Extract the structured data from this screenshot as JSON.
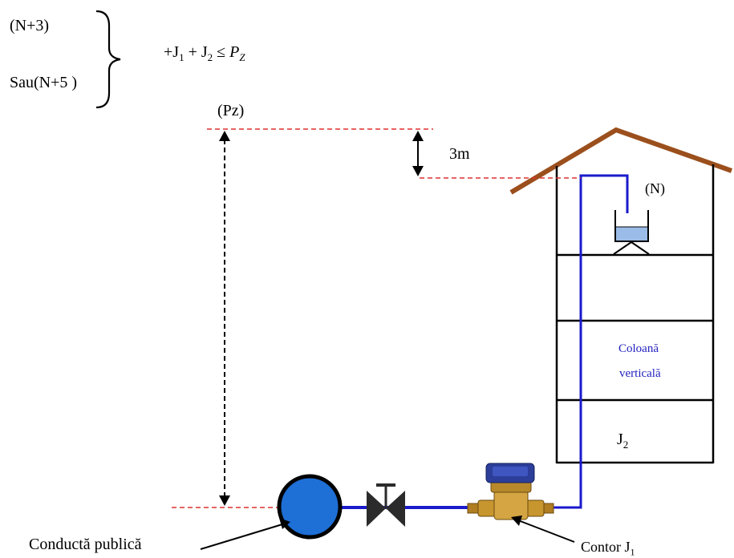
{
  "formula": {
    "option1": "(N+3)",
    "option2": "Sau(N+5 )",
    "rhs_text": "+J",
    "j1_sub": "1",
    "plus": " + J",
    "j2_sub": "2",
    "leq": " ≤ ",
    "pz": "P",
    "pz_sub": "Z"
  },
  "labels": {
    "pz_label": "(Pz)",
    "height_label": "3m",
    "n_label": "(N)",
    "column_line1": "Coloană",
    "column_line2": "verticală",
    "j2_label": "J",
    "j2_sub": "2",
    "public_pipe": "Conductă publică",
    "meter_label": "Contor J",
    "meter_sub": "1"
  },
  "colors": {
    "roof": "#9b4f1c",
    "pipe": "#1a1acc",
    "public_pipe_fill": "#1e6fd6",
    "dashed_red": "#e03030",
    "tank_water": "#9bbce8",
    "valve": "#2b2b2b",
    "meter_body": "#c8962e",
    "meter_head": "#2c3e9a"
  }
}
